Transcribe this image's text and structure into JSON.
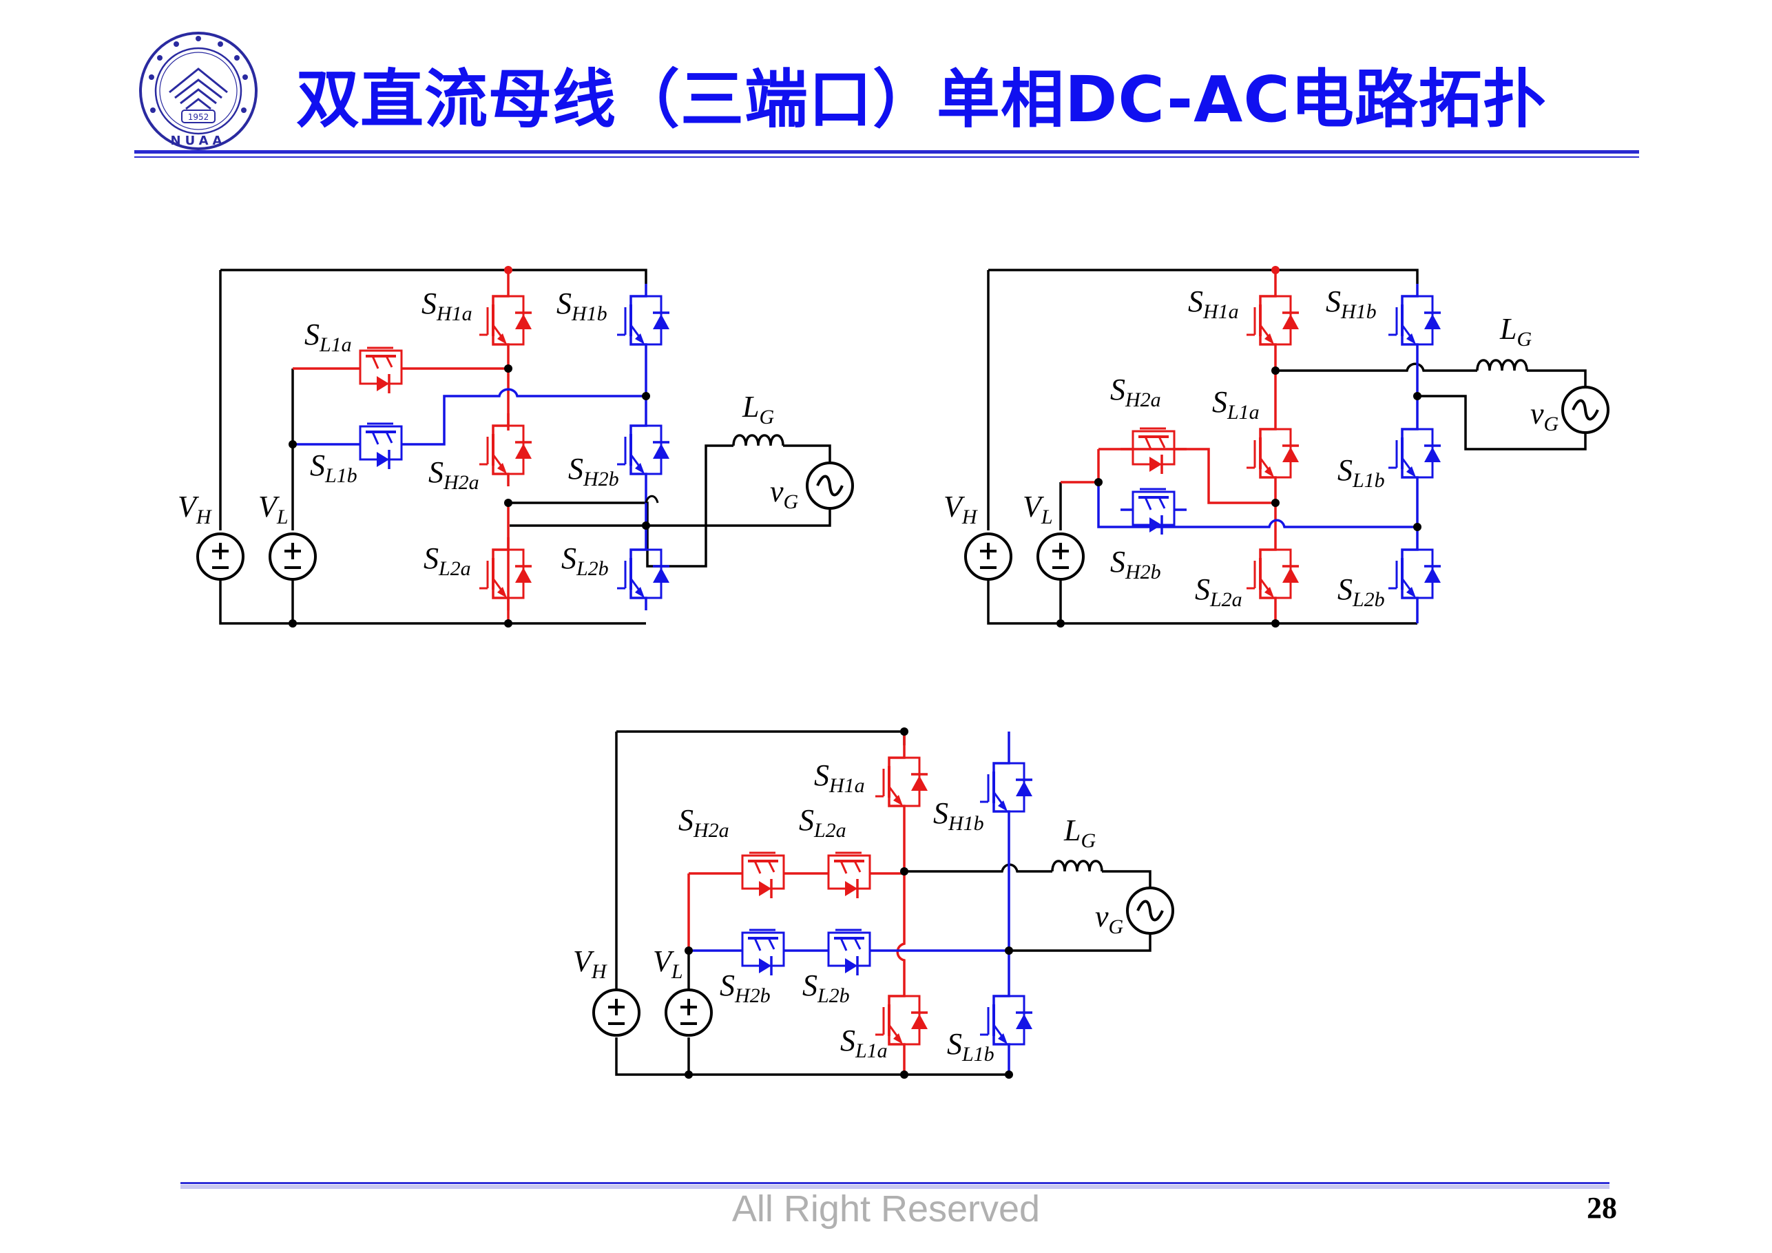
{
  "title": "双直流母线（三端口）单相DC-AC电路拓扑",
  "footer": "All Right Reserved",
  "page_number": "28",
  "logo": {
    "icon": "university-seal",
    "year": "1952",
    "letters": "NUAA"
  },
  "colors": {
    "title": "#1010f0",
    "red": "#e61919",
    "blue": "#1414e6",
    "wire": "#000000"
  },
  "circuit1": {
    "VH": {
      "main": "V",
      "sub": "H"
    },
    "VL": {
      "main": "V",
      "sub": "L"
    },
    "SH1a": {
      "main": "S",
      "sub": "H1a"
    },
    "SH1b": {
      "main": "S",
      "sub": "H1b"
    },
    "SL1a": {
      "main": "S",
      "sub": "L1a"
    },
    "SL1b": {
      "main": "S",
      "sub": "L1b"
    },
    "SH2a": {
      "main": "S",
      "sub": "H2a"
    },
    "SH2b": {
      "main": "S",
      "sub": "H2b"
    },
    "SL2a": {
      "main": "S",
      "sub": "L2a"
    },
    "SL2b": {
      "main": "S",
      "sub": "L2b"
    },
    "LG": {
      "main": "L",
      "sub": "G"
    },
    "vG": {
      "main": "v",
      "sub": "G"
    }
  },
  "circuit2": {
    "VH": {
      "main": "V",
      "sub": "H"
    },
    "VL": {
      "main": "V",
      "sub": "L"
    },
    "SH1a": {
      "main": "S",
      "sub": "H1a"
    },
    "SH1b": {
      "main": "S",
      "sub": "H1b"
    },
    "SH2a": {
      "main": "S",
      "sub": "H2a"
    },
    "SH2b": {
      "main": "S",
      "sub": "H2b"
    },
    "SL1a": {
      "main": "S",
      "sub": "L1a"
    },
    "SL1b": {
      "main": "S",
      "sub": "L1b"
    },
    "SL2a": {
      "main": "S",
      "sub": "L2a"
    },
    "SL2b": {
      "main": "S",
      "sub": "L2b"
    },
    "LG": {
      "main": "L",
      "sub": "G"
    },
    "vG": {
      "main": "v",
      "sub": "G"
    }
  },
  "circuit3": {
    "VH": {
      "main": "V",
      "sub": "H"
    },
    "VL": {
      "main": "V",
      "sub": "L"
    },
    "SH1a": {
      "main": "S",
      "sub": "H1a"
    },
    "SH1b": {
      "main": "S",
      "sub": "H1b"
    },
    "SH2a": {
      "main": "S",
      "sub": "H2a"
    },
    "SL2a": {
      "main": "S",
      "sub": "L2a"
    },
    "SH2b": {
      "main": "S",
      "sub": "H2b"
    },
    "SL2b": {
      "main": "S",
      "sub": "L2b"
    },
    "SL1a": {
      "main": "S",
      "sub": "L1a"
    },
    "SL1b": {
      "main": "S",
      "sub": "L1b"
    },
    "LG": {
      "main": "L",
      "sub": "G"
    },
    "vG": {
      "main": "v",
      "sub": "G"
    }
  }
}
